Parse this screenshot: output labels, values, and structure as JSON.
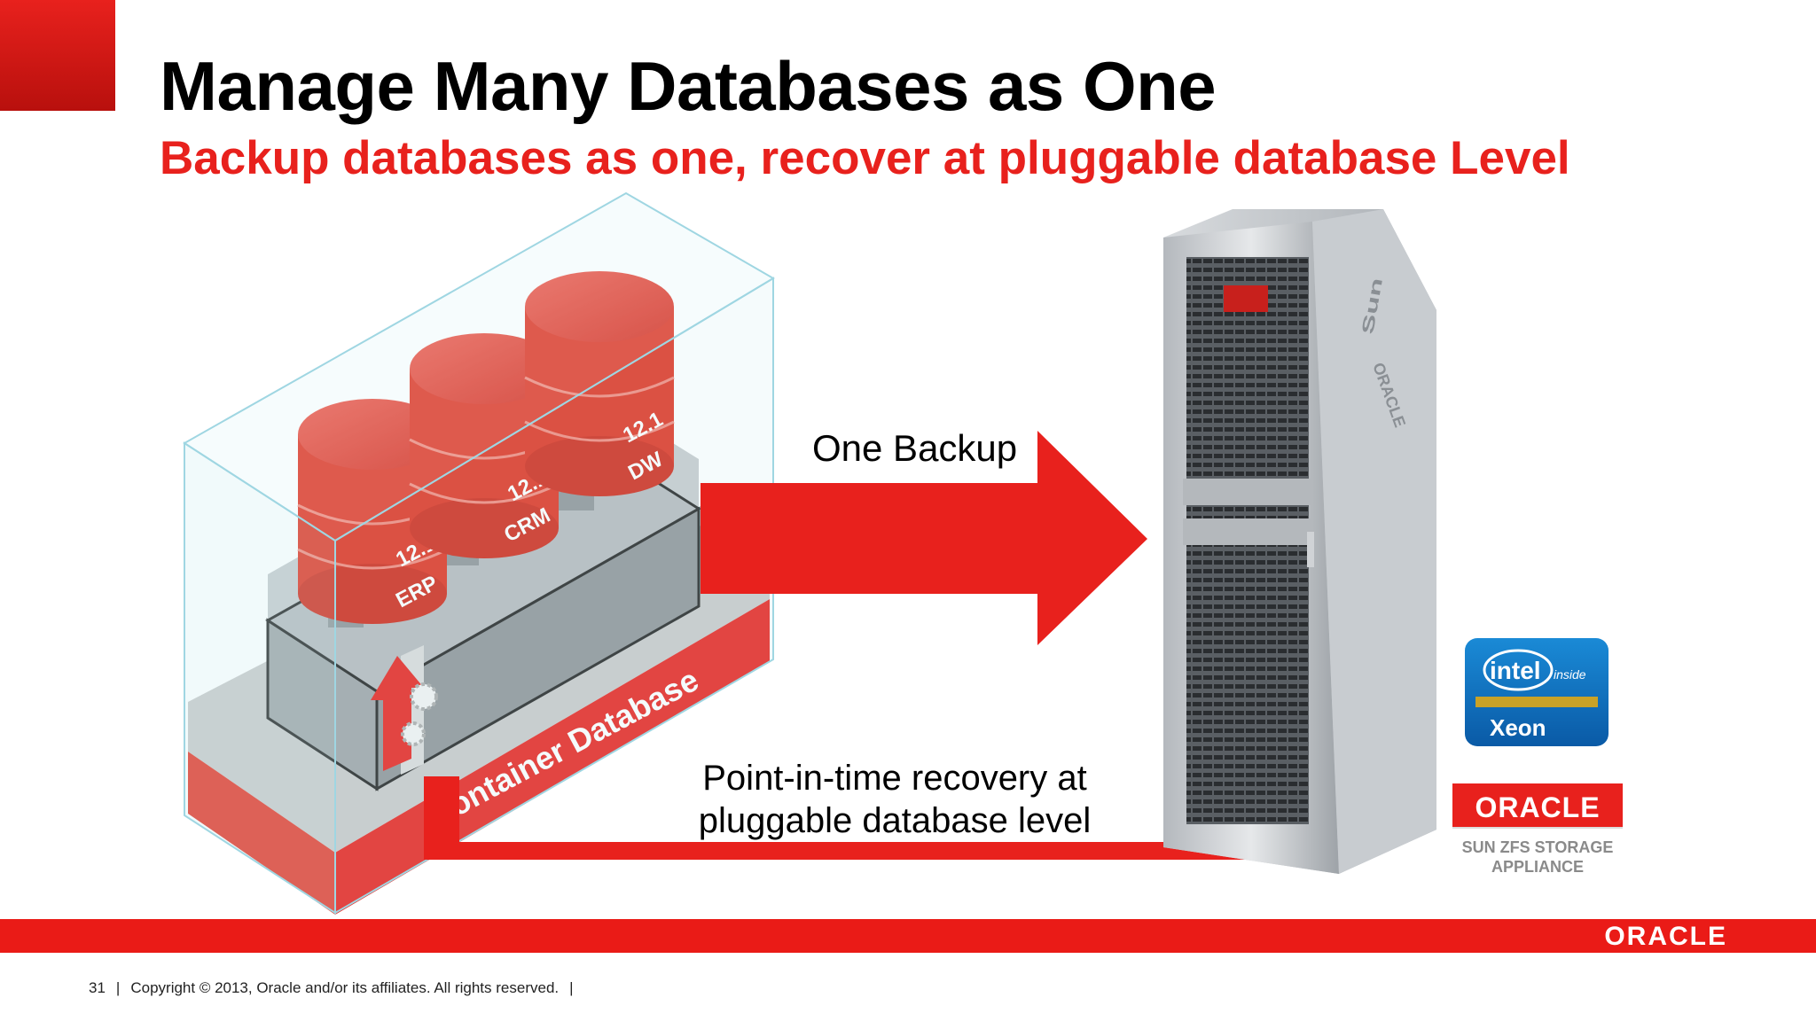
{
  "slide": {
    "title": "Manage Many Databases as One",
    "subtitle": "Backup databases as one, recover at pluggable database Level"
  },
  "diagram": {
    "container_label": "Container Database",
    "databases": [
      {
        "version": "12.1",
        "name": "ERP"
      },
      {
        "version": "12.1",
        "name": "CRM"
      },
      {
        "version": "12.1",
        "name": "DW"
      }
    ],
    "backup_label": "One Backup",
    "recovery_label": "Point-in-time recovery at pluggable database level",
    "rack_brand": "Sun",
    "rack_sub_brand": "ORACLE"
  },
  "badges": {
    "intel_line1": "intel",
    "intel_inside": "inside",
    "intel_xeon": "Xeon",
    "oracle_logo": "ORACLE",
    "appliance_line1": "SUN ZFS STORAGE",
    "appliance_line2": "APPLIANCE"
  },
  "footer": {
    "page_number": "31",
    "copyright": "Copyright © 2013, Oracle and/or its affiliates. All rights reserved.",
    "logo": "ORACLE"
  },
  "colors": {
    "oracle_red": "#e8211d",
    "db_red": "#e0301e",
    "glass": "#c6eaf1"
  }
}
